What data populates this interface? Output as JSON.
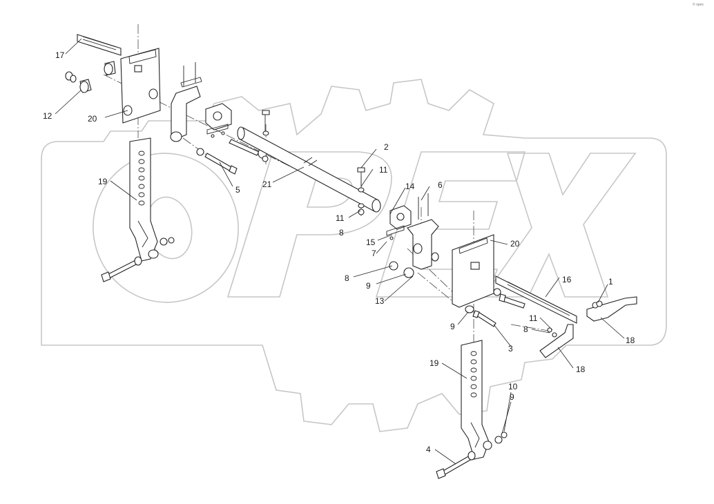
{
  "corner_mark": "© opex",
  "watermark": {
    "text": "OPEX",
    "color": "#c6c6c6"
  },
  "colors": {
    "line": "#222222",
    "watermark": "#c6c6c6",
    "background": "#ffffff"
  },
  "callouts": [
    {
      "id": "c17",
      "text": "17"
    },
    {
      "id": "c12",
      "text": "12"
    },
    {
      "id": "c20a",
      "text": "20"
    },
    {
      "id": "c19a",
      "text": "19"
    },
    {
      "id": "c5",
      "text": "5"
    },
    {
      "id": "c21",
      "text": "21"
    },
    {
      "id": "c2",
      "text": "2"
    },
    {
      "id": "c11a",
      "text": "11"
    },
    {
      "id": "c11b",
      "text": "11"
    },
    {
      "id": "c8a",
      "text": "8"
    },
    {
      "id": "c14",
      "text": "14"
    },
    {
      "id": "c6",
      "text": "6"
    },
    {
      "id": "c15",
      "text": "15"
    },
    {
      "id": "c7",
      "text": "7"
    },
    {
      "id": "c20b",
      "text": "20"
    },
    {
      "id": "c8b",
      "text": "8"
    },
    {
      "id": "c9a",
      "text": "9"
    },
    {
      "id": "c13",
      "text": "13"
    },
    {
      "id": "c16",
      "text": "16"
    },
    {
      "id": "c1",
      "text": "1"
    },
    {
      "id": "c9b",
      "text": "9"
    },
    {
      "id": "c11c",
      "text": "11"
    },
    {
      "id": "c8c",
      "text": "8"
    },
    {
      "id": "c18a",
      "text": "18"
    },
    {
      "id": "c3",
      "text": "3"
    },
    {
      "id": "c18b",
      "text": "18"
    },
    {
      "id": "c19b",
      "text": "19"
    },
    {
      "id": "c10",
      "text": "10"
    },
    {
      "id": "c9c",
      "text": "9"
    },
    {
      "id": "c4",
      "text": "4"
    }
  ]
}
